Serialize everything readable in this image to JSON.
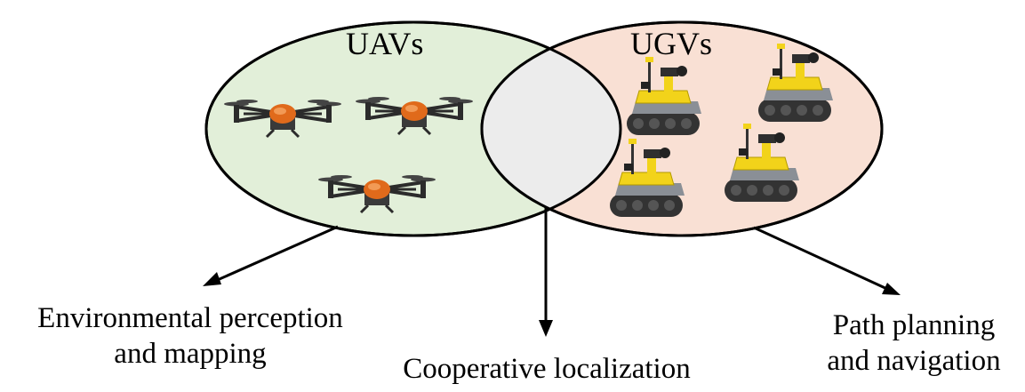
{
  "sets": {
    "uav": {
      "title": "UAVs",
      "fill": "#e2efd9",
      "drone_icon": "quadcopter-drone-icon",
      "count": 3
    },
    "ugv": {
      "title": "UGVs",
      "fill": "#f9e0d4",
      "robot_icon": "tracked-ground-robot-icon",
      "count": 4
    },
    "overlap_fill": "#ececec",
    "stroke": "#000000"
  },
  "outcomes": {
    "left": {
      "line1": "Environmental perception",
      "line2": "and mapping"
    },
    "center": {
      "line1": "Cooperative localization"
    },
    "right": {
      "line1": "Path planning",
      "line2": "and navigation"
    }
  },
  "icon_colors": {
    "drone_body": "#e06a1b",
    "drone_frame": "#2b2b2b",
    "robot_body": "#f2d31a",
    "robot_track": "#333333",
    "robot_chassis": "#8a8f96"
  }
}
